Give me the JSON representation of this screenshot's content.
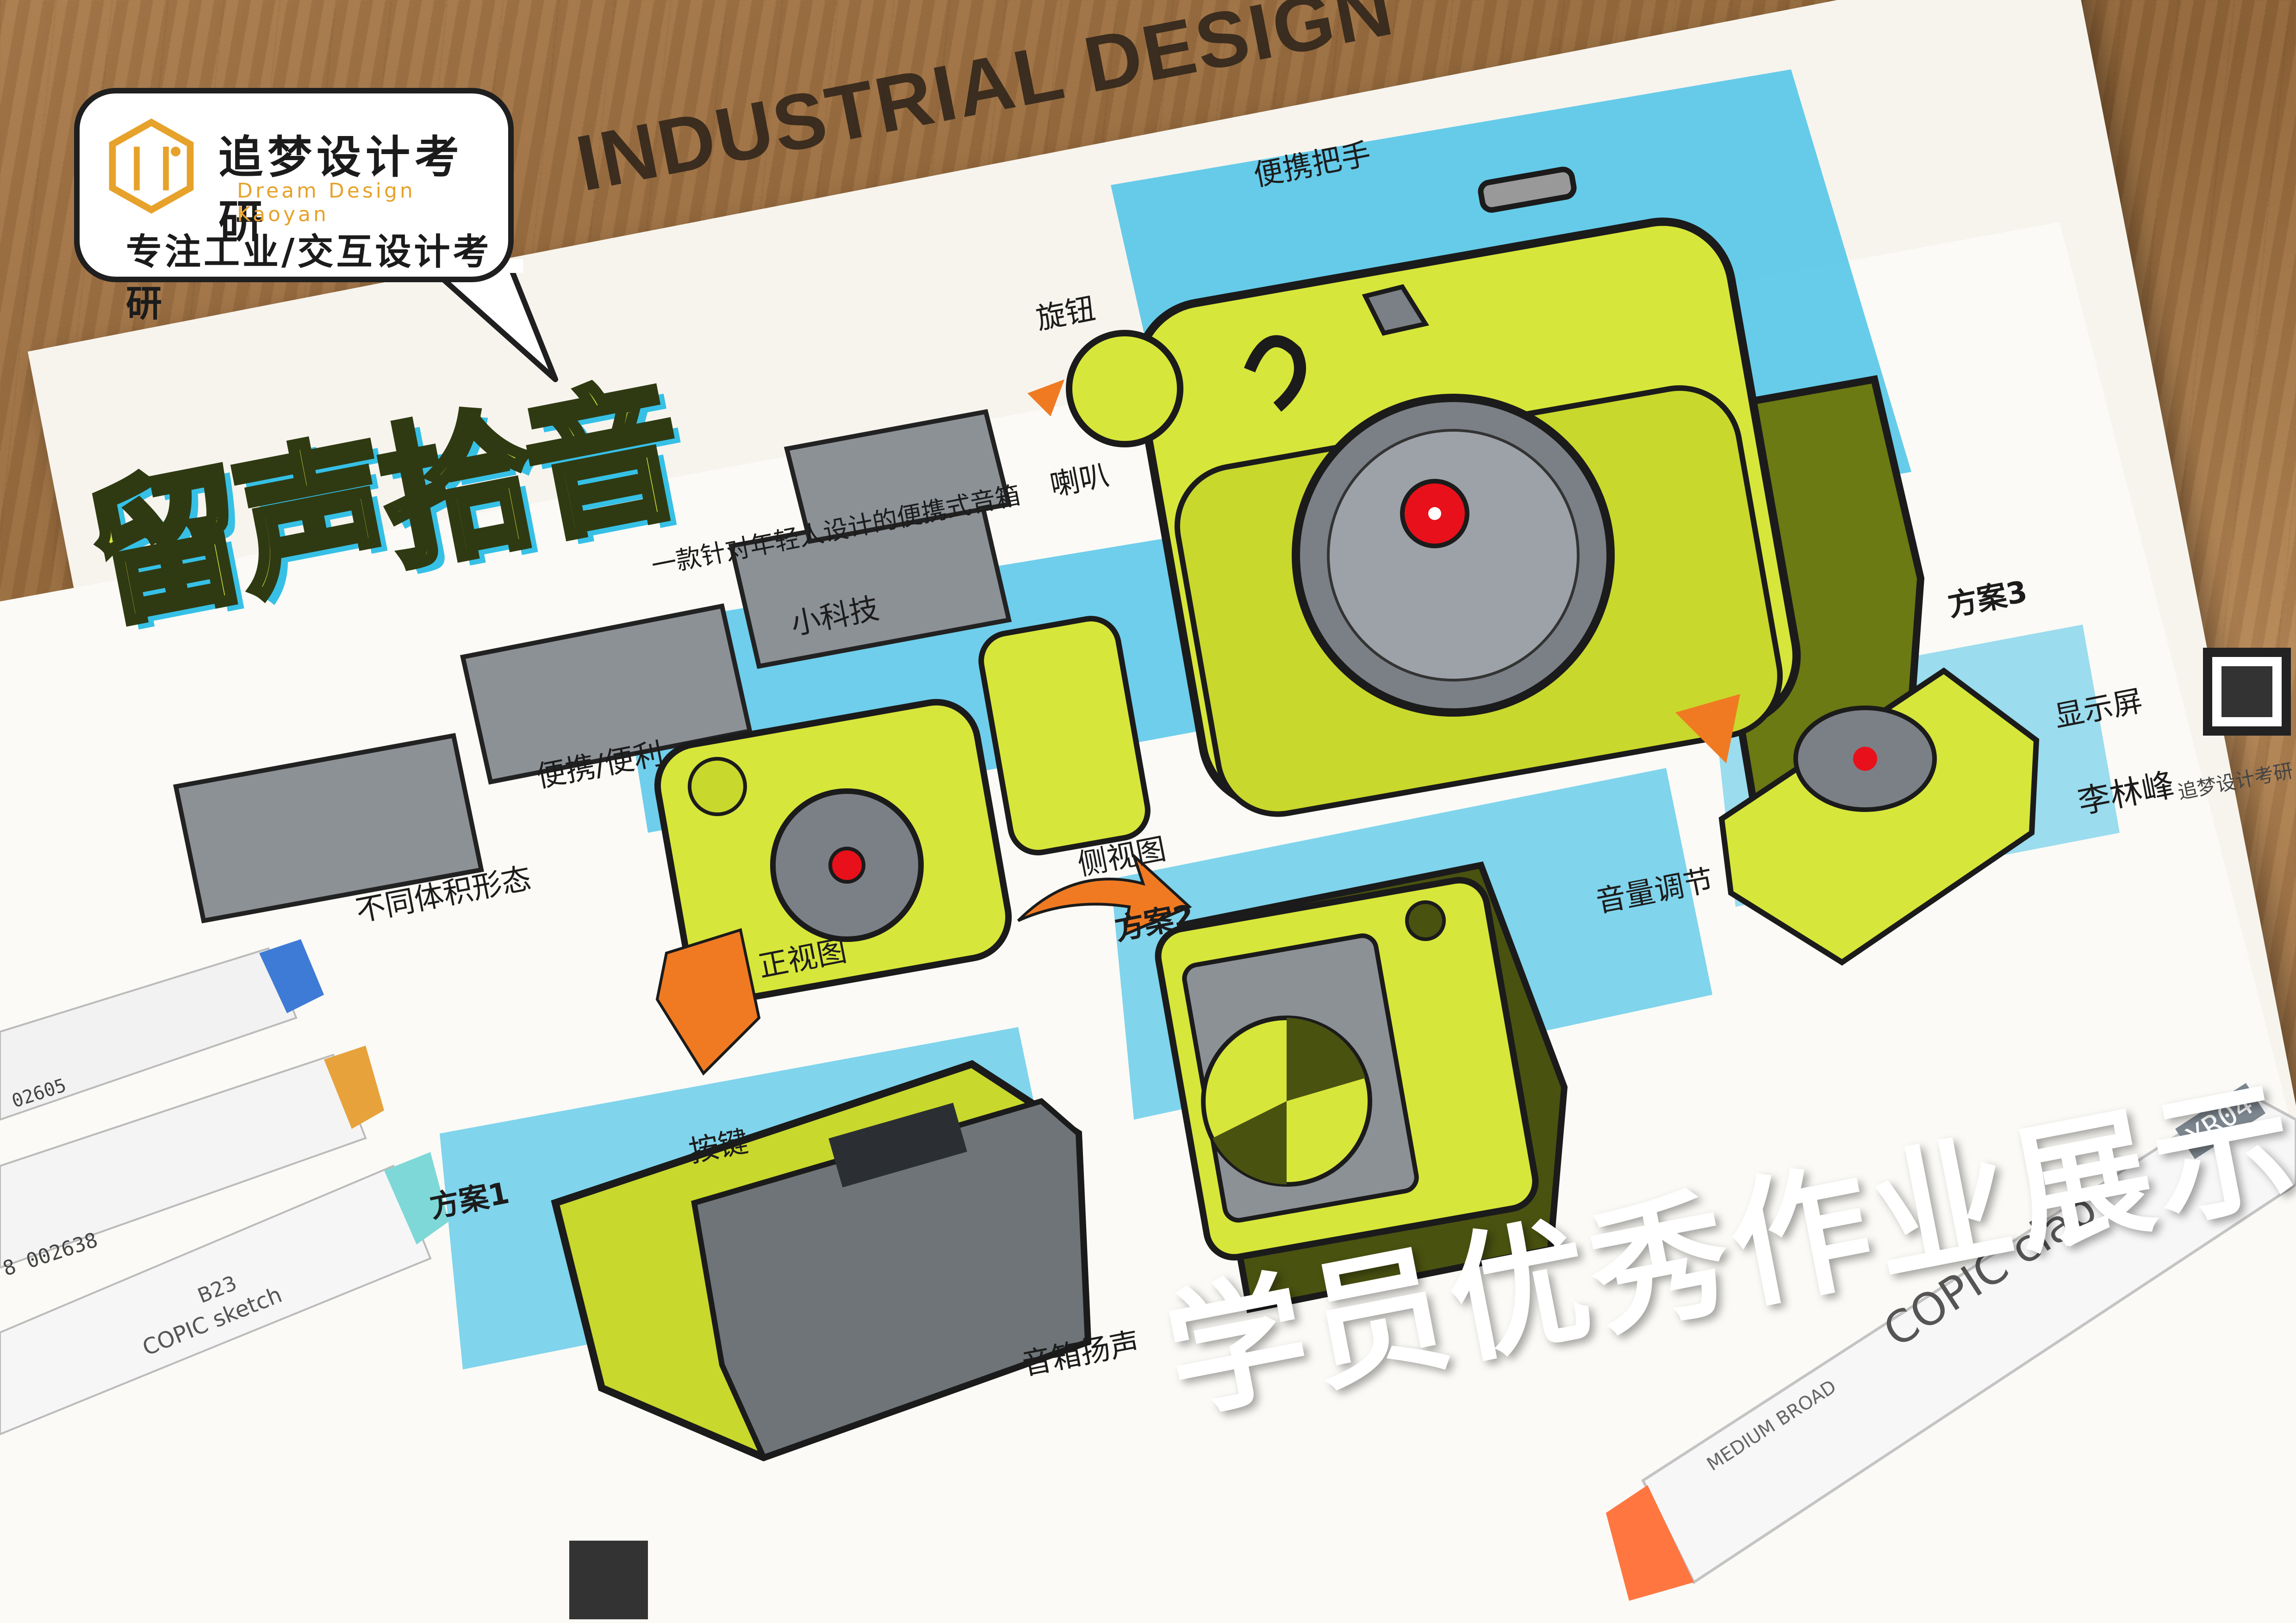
{
  "brand": {
    "name": "追梦设计考研",
    "name_en": "Dream Design Kaoyan",
    "slogan": "专注工业/交互设计考研"
  },
  "header_text": "INDUSTRIAL DESIGN",
  "sketch": {
    "title": "留声拾音",
    "subtitle": "一款针对年轻人设计的便携式音箱",
    "notes": {
      "knob": "旋钮",
      "handle": "便携把手",
      "speaker": "喇叭",
      "front_view": "正视图",
      "side_view": "侧视图",
      "portable": "便携/便利",
      "small_tech": "小科技",
      "option_two": "方案2",
      "option_three": "方案3",
      "option_one": "方案1",
      "volume": "音量调节",
      "speaker_grille": "音箱扬声",
      "different_shape": "不同体积形态",
      "button": "按键",
      "display": "显示屏",
      "signature": "李林峰"
    }
  },
  "watermark": "追梦设计考研",
  "showcase_title": "学员优秀作业展示",
  "markers": {
    "brand": "COPIC ciao",
    "code": "YR04",
    "side_text": "MEDIUM BROAD",
    "sketch_brand": "COPIC sketch",
    "sketch_code": "B23",
    "barcode_1": "02605",
    "barcode_2": "8 002638"
  },
  "colors": {
    "lime": "#d7e63a",
    "cyan": "#36c0e6",
    "orange": "#f07a22",
    "grey": "#8c9196",
    "ink": "#1c1c1c"
  }
}
